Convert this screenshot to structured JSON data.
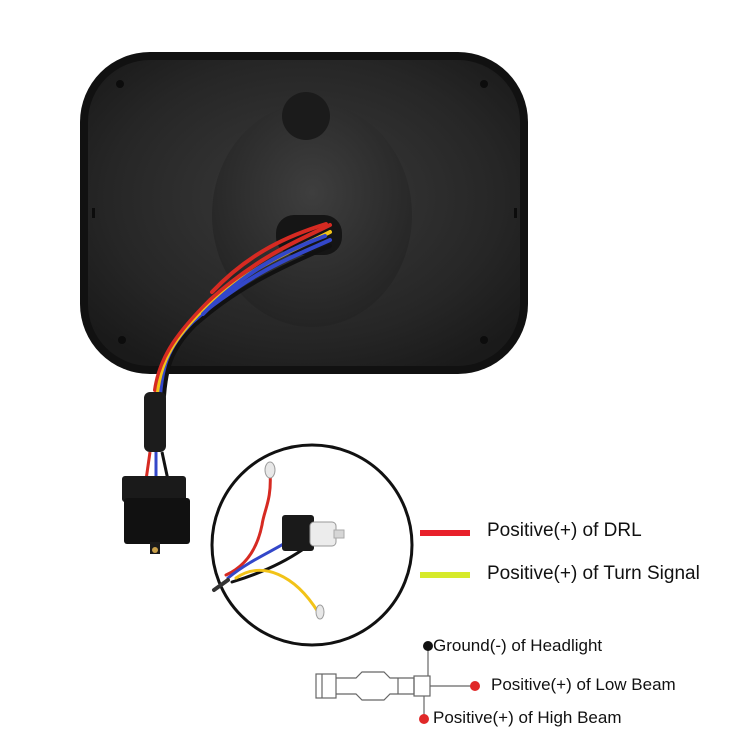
{
  "legend": [
    {
      "label": "Positive(+) of DRL",
      "color": "#e8202a"
    },
    {
      "label": "Positive(+) of Turn Signal",
      "color": "#d6ea2a"
    }
  ],
  "plug_pins": [
    {
      "label": "Ground(-) of Headlight",
      "color": "#111111"
    },
    {
      "label": "Positive(+) of Low Beam",
      "color": "#e02828"
    },
    {
      "label": "Positive(+) of High Beam",
      "color": "#e02828"
    }
  ],
  "wire_colors": {
    "red": "#d62a22",
    "yellow": "#f2c318",
    "blue": "#3347c9",
    "black": "#111111"
  }
}
